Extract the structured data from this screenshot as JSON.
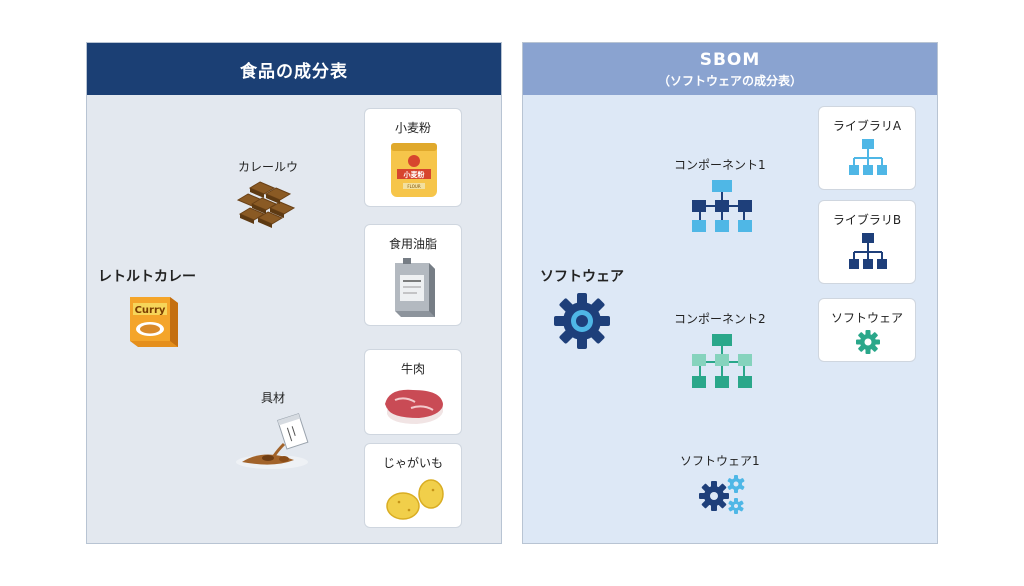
{
  "left": {
    "title": "食品の成分表",
    "root": "レトルトカレー",
    "curry_box_text": "Curry",
    "branch1": "カレールウ",
    "branch2": "具材",
    "items": [
      "小麦粉",
      "食用油脂",
      "牛肉",
      "じゃがいも"
    ],
    "flour_bag_text": "小麦粉",
    "flour_bag_sub": "FLOUR"
  },
  "right": {
    "title": "SBOM",
    "subtitle": "（ソフトウェアの成分表）",
    "root": "ソフトウェア",
    "branch1": "コンポーネント1",
    "branch2": "コンポーネント2",
    "branch3": "ソフトウェア1",
    "items": [
      "ライブラリA",
      "ライブラリB",
      "ソフトウェア"
    ]
  },
  "colors": {
    "left_header": "#1b3f74",
    "right_header": "#8aa3d0",
    "sky_blue": "#4fb7e6",
    "navy": "#1e3f7a",
    "teal": "#2aa78a"
  }
}
